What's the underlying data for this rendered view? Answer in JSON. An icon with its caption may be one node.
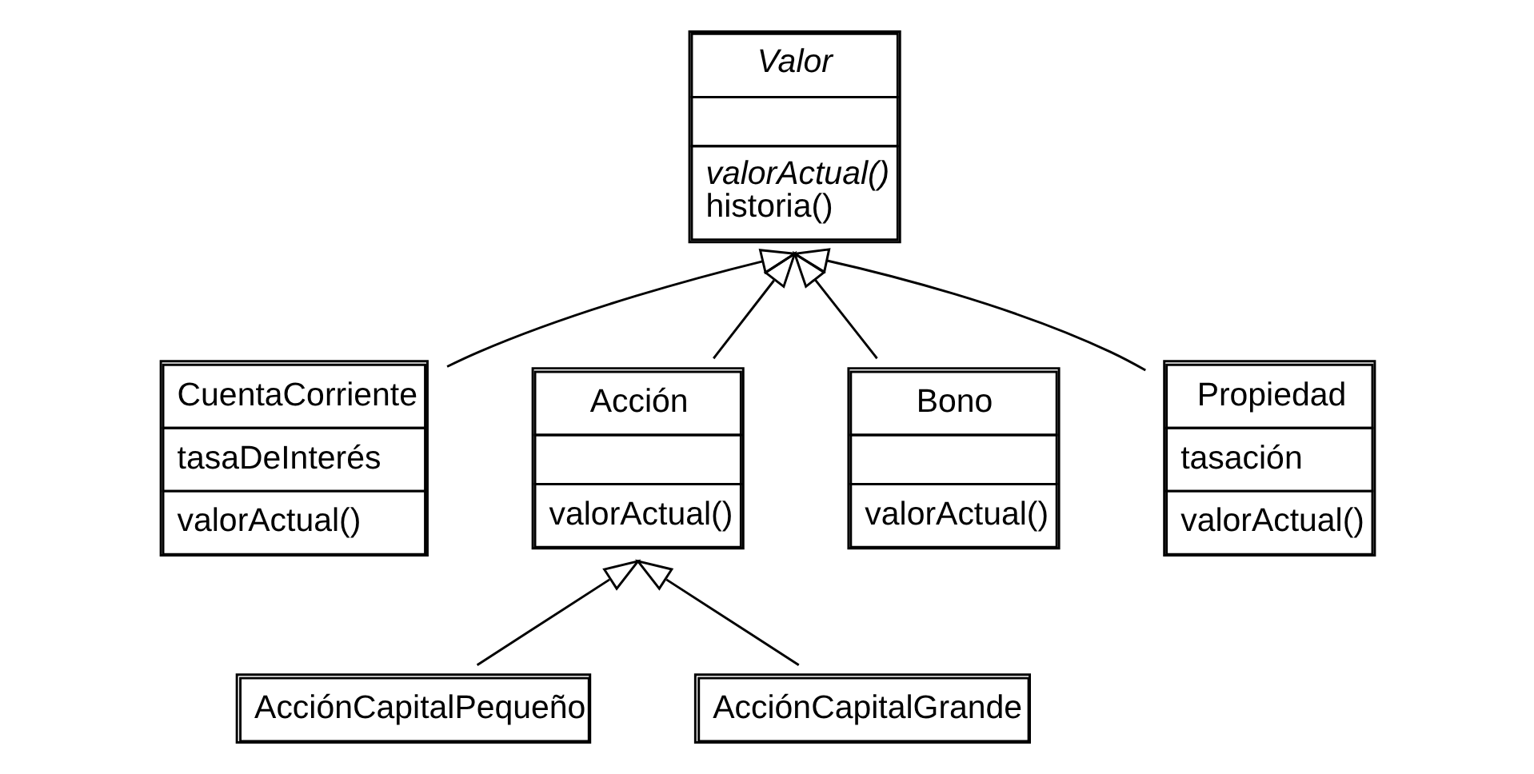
{
  "diagram": {
    "nodes": [
      {
        "text": [
          "Valor",
          "valorActual()",
          "historia()"
        ]
      },
      {
        "text": [
          "CuentaCorriente",
          "tasaDeInterés",
          "valorActual()"
        ]
      },
      {
        "text": [
          "Acción",
          "valorActual()"
        ]
      },
      {
        "text": [
          "Bono",
          "valorActual()"
        ]
      },
      {
        "text": [
          "Propiedad",
          "tasación",
          "valorActual()"
        ]
      },
      {
        "text": [
          "AcciónCapitalPequeño"
        ]
      },
      {
        "text": [
          "AcciónCapitalGrande"
        ]
      }
    ],
    "edges": [
      {
        "from": 1,
        "to": 0,
        "arrow": "to"
      },
      {
        "from": 2,
        "to": 0,
        "arrow": "to"
      },
      {
        "from": 3,
        "to": 0,
        "arrow": "to"
      },
      {
        "from": 4,
        "to": 0,
        "arrow": "to"
      },
      {
        "from": 5,
        "to": 2,
        "arrow": "to"
      },
      {
        "from": 6,
        "to": 2,
        "arrow": "to"
      }
    ]
  }
}
